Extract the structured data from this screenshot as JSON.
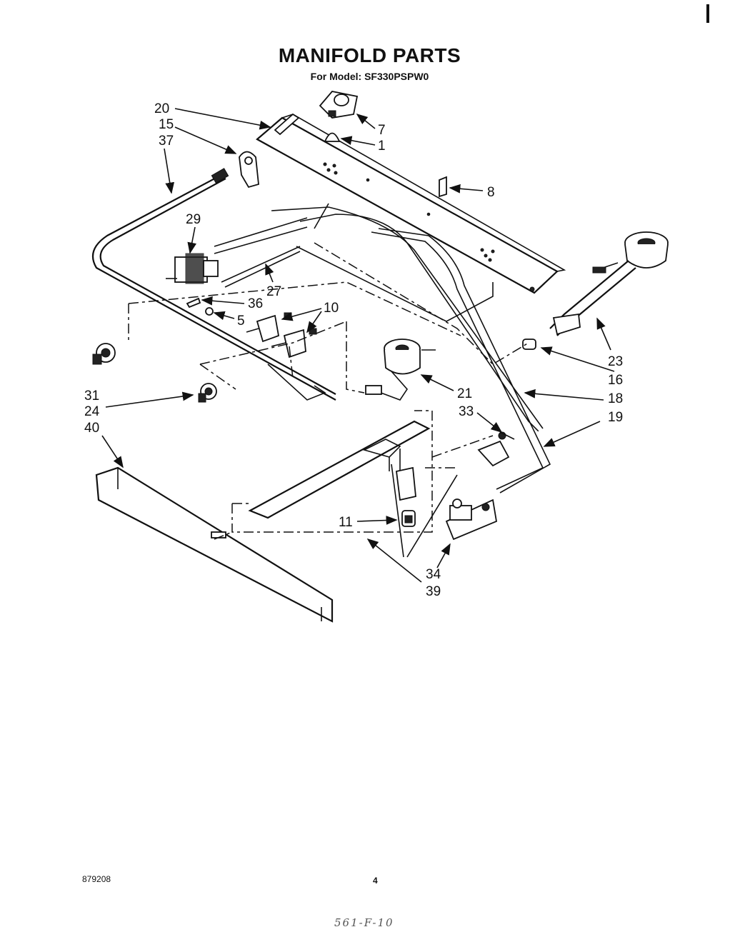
{
  "header": {
    "title": "MANIFOLD PARTS",
    "model_line": "For Model: SF330PSPW0"
  },
  "callouts": [
    "20",
    "15",
    "37",
    "7",
    "1",
    "8",
    "29",
    "27",
    "36",
    "5",
    "10",
    "31",
    "24",
    "40",
    "23",
    "16",
    "18",
    "19",
    "21",
    "33",
    "11",
    "34",
    "39"
  ],
  "footer": {
    "doc_number": "879208",
    "page": "4",
    "handwritten_note": "561-F-10"
  }
}
